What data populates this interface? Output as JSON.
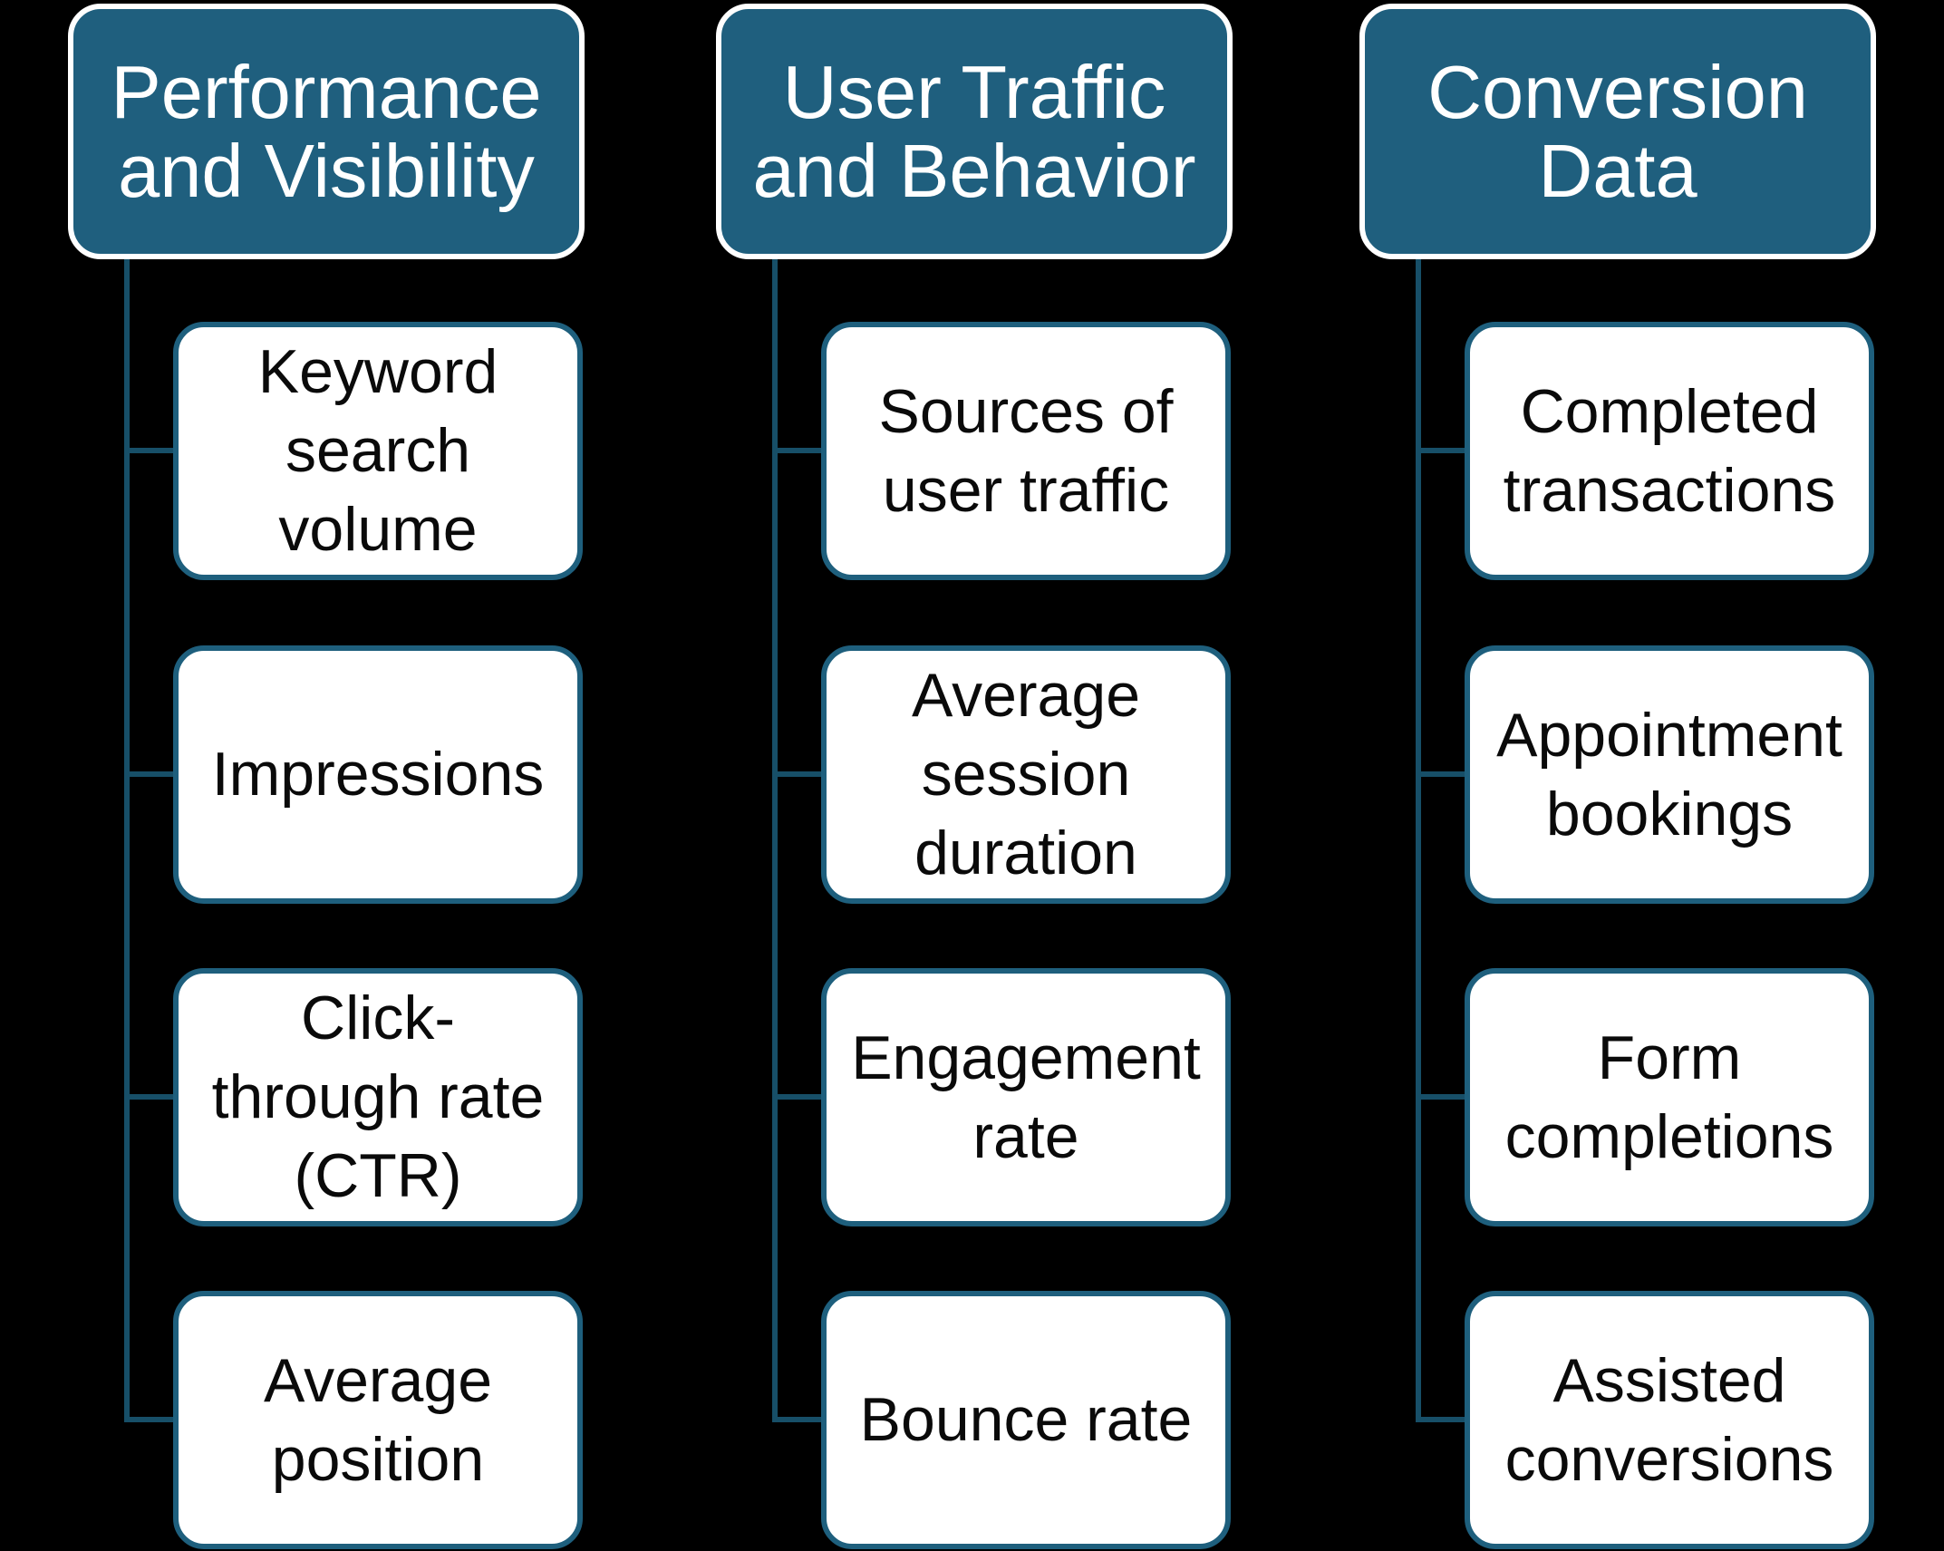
{
  "diagram": {
    "title": "SEO metrics hierarchy diagram",
    "colors": {
      "background": "#000000",
      "header_fill": "#1F5F7E",
      "header_outline": "#FFFFFF",
      "header_text": "#FFFFFF",
      "child_fill": "#FFFFFF",
      "child_border": "#1E5F7D",
      "child_text": "#0A0A0A",
      "connector": "#174F68"
    },
    "columns": [
      {
        "header": "Performance\nand Visibility",
        "children": [
          "Keyword\nsearch\nvolume",
          "Impressions",
          "Click-\nthrough rate\n(CTR)",
          "Average\nposition"
        ]
      },
      {
        "header": "User Traffic\nand Behavior",
        "children": [
          "Sources of\nuser traffic",
          "Average\nsession\nduration",
          "Engagement\nrate",
          "Bounce rate"
        ]
      },
      {
        "header": "Conversion\nData",
        "children": [
          "Completed\ntransactions",
          "Appointment\nbookings",
          "Form\ncompletions",
          "Assisted\nconversions"
        ]
      }
    ]
  }
}
